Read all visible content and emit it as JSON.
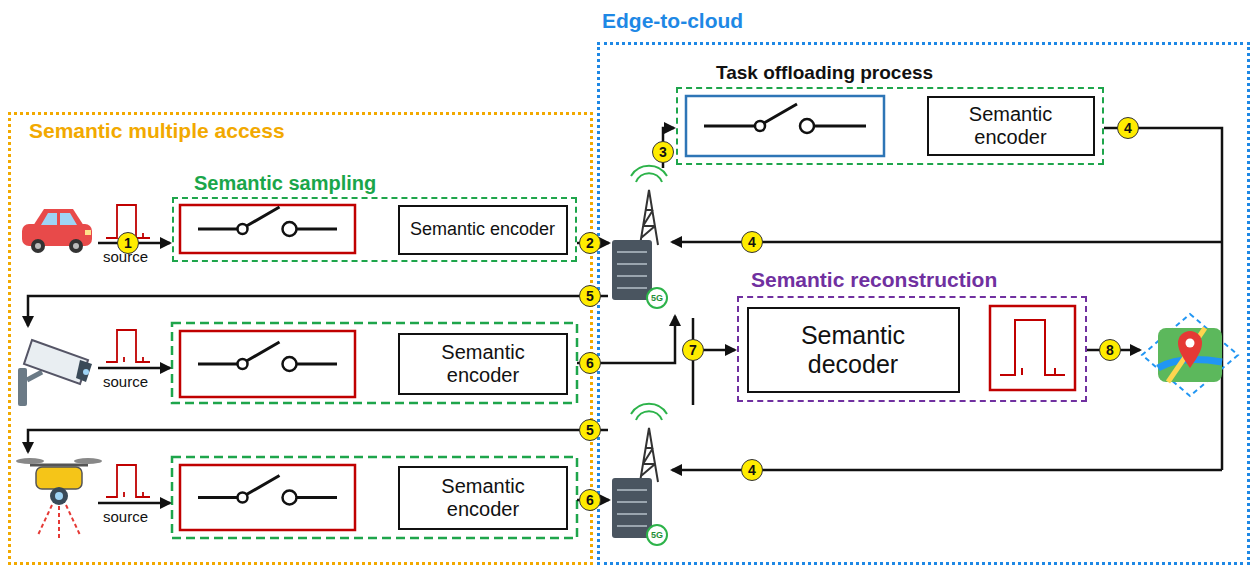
{
  "diagram": {
    "nodes": [
      {
        "text": [
          "Semantic multiple access"
        ]
      },
      {
        "text": [
          "Semantic sampling"
        ],
        "in": 0
      },
      {
        "text": [
          "Semantic encoder"
        ],
        "in": 1
      },
      {
        "text": [
          "Semantic encoder"
        ],
        "in": 0
      },
      {
        "text": [
          "Semantic encoder"
        ],
        "in": 0
      },
      {
        "text": [
          "Edge-to-cloud"
        ]
      },
      {
        "text": [
          "Task offloading process"
        ],
        "in": 5
      },
      {
        "text": [
          "Semantic encoder"
        ],
        "in": 6
      },
      {
        "text": [
          "Semantic reconstruction"
        ],
        "in": 5
      },
      {
        "text": [
          "Semantic decoder"
        ],
        "in": 8
      }
    ],
    "labels": [
      "4",
      "3",
      "1",
      "2",
      "4",
      "source",
      "5",
      "5G",
      "7",
      "8",
      "6",
      "source",
      "5",
      "4",
      "6",
      "source",
      "5G"
    ]
  }
}
